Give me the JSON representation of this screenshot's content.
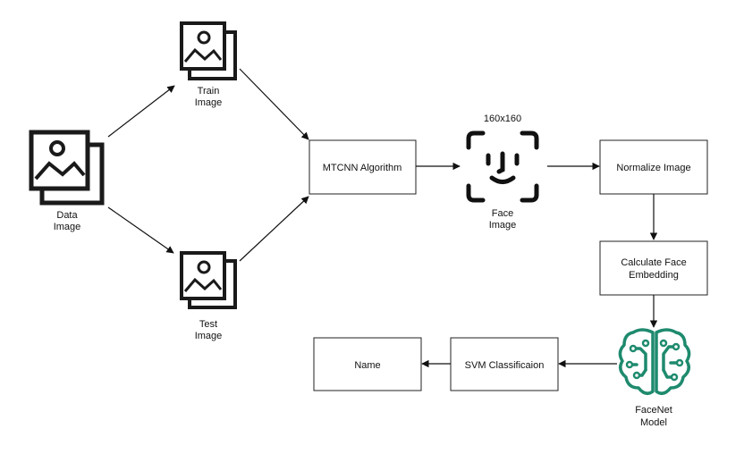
{
  "nodes": {
    "data_image": {
      "label_line1": "Data",
      "label_line2": "Image",
      "icon": "image-stack-icon"
    },
    "train_image": {
      "label_line1": "Train",
      "label_line2": "Image",
      "icon": "image-stack-icon"
    },
    "test_image": {
      "label_line1": "Test",
      "label_line2": "Image",
      "icon": "image-stack-icon"
    },
    "mtcnn": {
      "label": "MTCNN Algorithm"
    },
    "face_image": {
      "size_label": "160x160",
      "label_line1": "Face",
      "label_line2": "Image",
      "icon": "face-id-icon"
    },
    "normalize": {
      "label": "Normalize Image"
    },
    "embedding": {
      "label_line1": "Calculate Face",
      "label_line2": "Embedding"
    },
    "facenet": {
      "label_line1": "FaceNet",
      "label_line2": "Model",
      "icon": "neural-brain-icon",
      "icon_color": "#1e8a6e"
    },
    "svm": {
      "label": "SVM Classificaion"
    },
    "name": {
      "label": "Name"
    }
  }
}
